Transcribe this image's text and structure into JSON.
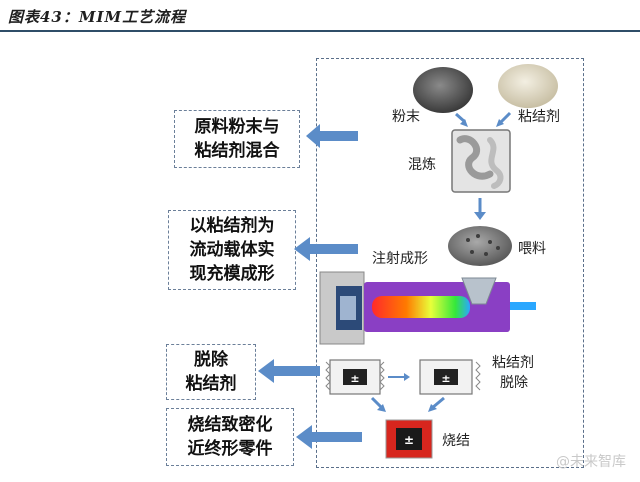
{
  "figure_title": "图表43：MIM工艺流程",
  "steps": [
    {
      "lines": [
        "原料粉末与",
        "粘结剂混合"
      ]
    },
    {
      "lines": [
        "以粘结剂为",
        "流动载体实",
        "现充模成形"
      ]
    },
    {
      "lines": [
        "脱除",
        "粘结剂"
      ]
    },
    {
      "lines": [
        "烧结致密化",
        "近终形零件"
      ]
    }
  ],
  "labels": {
    "powder": "粉末",
    "binder": "粘结剂",
    "mixing": "混炼",
    "feedstock": "喂料",
    "injection": "注射成形",
    "debinding_line1": "粘结剂",
    "debinding_line2": "脱除",
    "sintering": "烧结"
  },
  "watermark": "@未来智库",
  "colors": {
    "arrow": "#5b8cc8",
    "title_rule": "#2f4e68",
    "sinter_red": "#d7261e",
    "frame_dash": "#5a6f8a"
  }
}
